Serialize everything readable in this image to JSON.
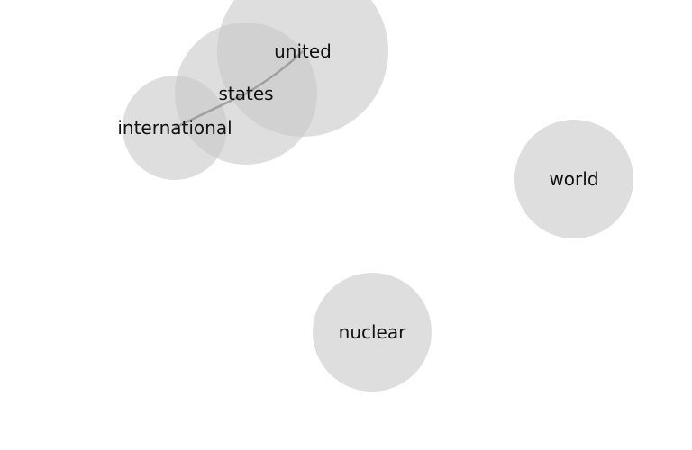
{
  "nodes": [
    {
      "id": "united",
      "label": "united"
    },
    {
      "id": "states",
      "label": "states"
    },
    {
      "id": "international",
      "label": "international"
    },
    {
      "id": "world",
      "label": "world"
    },
    {
      "id": "nuclear",
      "label": "nuclear"
    }
  ],
  "edges": [
    {
      "source": "united",
      "target": "states"
    },
    {
      "source": "states",
      "target": "international"
    }
  ]
}
